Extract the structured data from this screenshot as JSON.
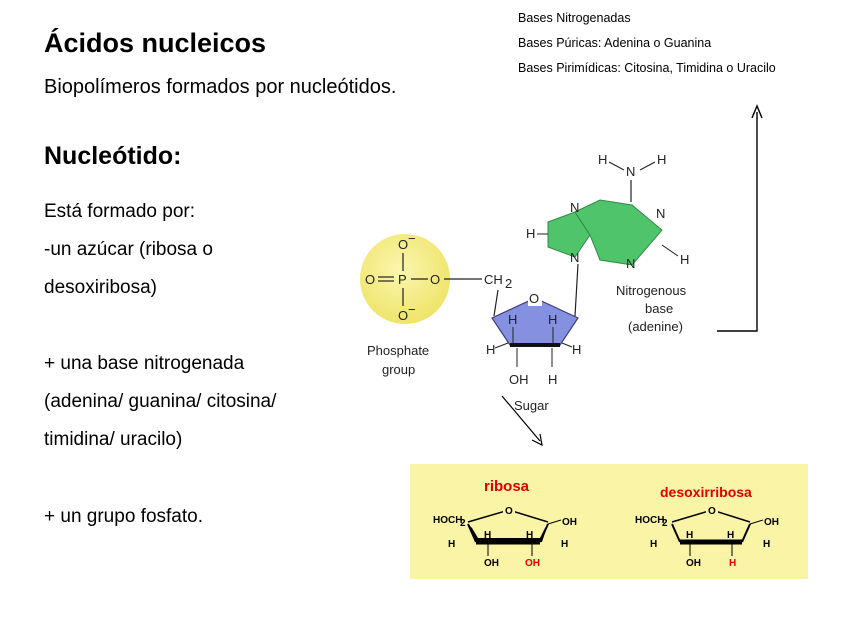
{
  "title": "Ácidos nucleicos",
  "subtitle": "Biopolímeros formados por nucleótidos.",
  "section_heading": "Nucleótido:",
  "body_lines": [
    "Está formado por:",
    "-un azúcar (ribosa o",
    "desoxiribosa)",
    "+ una base nitrogenada",
    "(adenina/ guanina/ citosina/",
    "timidina/ uracilo)",
    "+ un grupo fosfato."
  ],
  "notes": [
    "Bases Nitrogenadas",
    "Bases Púricas: Adenina o  Guanina",
    "Bases Pirimídicas: Citosina, Timidina o Uracilo"
  ],
  "molecule": {
    "phosphate_label": "Phosphate\ngroup",
    "phosphate_o": "O",
    "phosphate_p": "P",
    "phosphate_charge": "−",
    "ch2": "CH",
    "ch2_sub": "2",
    "ring_o": "O",
    "h": "H",
    "n": "N",
    "oh": "OH",
    "sugar_label": "Sugar",
    "base_label": "Nitrogenous\nbase\n(adenine)"
  },
  "sugar_box": {
    "ribosa_title": "ribosa",
    "desoxi_title": "desoxirribosa",
    "hoch2": "HOCH",
    "hoch2_sub": "2",
    "o": "O",
    "oh": "OH",
    "h": "H"
  },
  "colors": {
    "phosphate_fill": "#f4ee85",
    "sugar_fill": "#8590e0",
    "base_fill": "#4fc46b",
    "box_fill": "#faf5a6",
    "red": "#e00000"
  }
}
